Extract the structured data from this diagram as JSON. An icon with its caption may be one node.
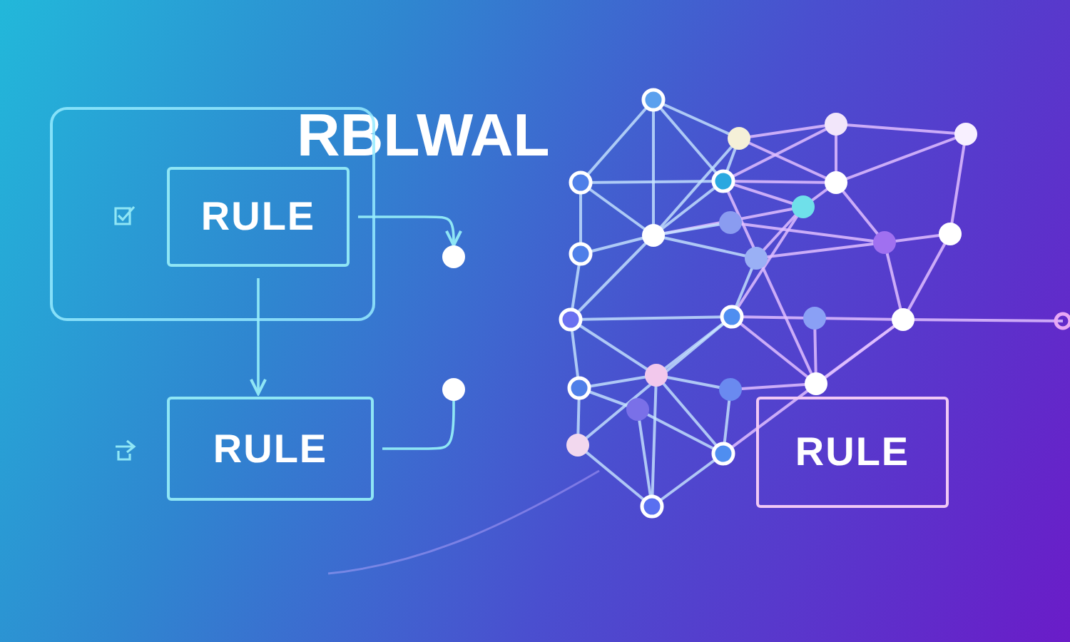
{
  "diagram": {
    "title": "RBLWAL",
    "nodes": [
      {
        "text": [],
        "shape": "box"
      },
      {
        "text": [
          "RULE"
        ],
        "in": 0
      },
      {
        "text": [
          "RULE"
        ]
      },
      {
        "text": [
          "RULE"
        ]
      },
      {
        "text": [],
        "shape": "circle"
      },
      {
        "text": [],
        "shape": "circle"
      }
    ],
    "edges": [
      {
        "from": 1,
        "to": 2,
        "arrow": "to"
      },
      {
        "from": 1,
        "to": 4,
        "arrow": "to"
      },
      {
        "from": 2,
        "to": 5,
        "arrow": "none"
      }
    ]
  }
}
